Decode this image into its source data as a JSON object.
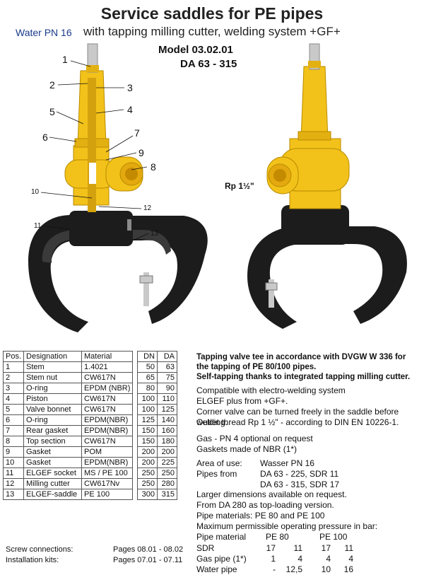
{
  "header": {
    "title": "Service saddles for PE pipes",
    "subtitle": "with tapping milling cutter, welding system +GF+",
    "water": "Water PN 16",
    "model": "Model 03.02.01",
    "da": "DA 63 - 315"
  },
  "illustration": {
    "rp_label": "Rp 1½\"",
    "callouts": [
      "1",
      "2",
      "3",
      "4",
      "5",
      "6",
      "7",
      "8",
      "9",
      "10",
      "11",
      "12",
      "13"
    ],
    "colors": {
      "yellow": "#f2c21a",
      "dark": "#1c1c1c",
      "steel": "#c9c9c9"
    }
  },
  "parts_table": {
    "headers": [
      "Pos.",
      "Designation",
      "Material"
    ],
    "rows": [
      [
        "1",
        "Stem",
        "1.4021"
      ],
      [
        "2",
        "Stem nut",
        "CW617N"
      ],
      [
        "3",
        "O-ring",
        "EPDM (NBR)"
      ],
      [
        "4",
        "Piston",
        "CW617N"
      ],
      [
        "5",
        "Valve bonnet",
        "CW617N"
      ],
      [
        "6",
        "O-ring",
        "EPDM(NBR)"
      ],
      [
        "7",
        "Rear gasket",
        "EPDM(NBR)"
      ],
      [
        "8",
        "Top section",
        "CW617N"
      ],
      [
        "9",
        "Gasket",
        "POM"
      ],
      [
        "10",
        "Gasket",
        "EPDM(NBR)"
      ],
      [
        "11",
        "ELGEF socket",
        "MS / PE 100"
      ],
      [
        "12",
        "Milling cutter",
        "CW617Nv"
      ],
      [
        "13",
        "ELGEF-saddle",
        "PE 100"
      ]
    ]
  },
  "dn_table": {
    "headers": [
      "DN",
      "DA"
    ],
    "rows": [
      [
        "50",
        "63"
      ],
      [
        "65",
        "75"
      ],
      [
        "80",
        "90"
      ],
      [
        "100",
        "110"
      ],
      [
        "100",
        "125"
      ],
      [
        "125",
        "140"
      ],
      [
        "150",
        "160"
      ],
      [
        "150",
        "180"
      ],
      [
        "200",
        "200"
      ],
      [
        "200",
        "225"
      ],
      [
        "250",
        "250"
      ],
      [
        "250",
        "280"
      ],
      [
        "300",
        "315"
      ]
    ]
  },
  "description": {
    "bold_lines": [
      "Tapping valve tee in accordance with DVGW W 336 for",
      "the tapping of PE 80/100 pipes.",
      "Self-tapping thanks to integrated tapping milling cutter."
    ],
    "lines": [
      "Compatible with electro-welding system",
      "ELGEF plus from +GF+.",
      "Corner valve can be turned freely in the saddle before welding.",
      "Outlet thread Rp 1 ½\" - according to DIN EN 10226-1."
    ],
    "gas_lines": [
      "Gas - PN 4 optional on request",
      "Gaskets made of NBR (1*)"
    ],
    "area_label": "Area of use:",
    "area_value": "Wasser PN 16",
    "pipes_label": "Pipes from",
    "pipes_values": [
      "DA 63 - 225, SDR 11",
      "DA 63 - 315, SDR 17"
    ],
    "more_lines": [
      "Larger dimensions available on request.",
      "From DA 280 as top-loading version.",
      "Pipe materials:   PE 80 and PE 100",
      "Maximum permissible operating pressure in bar:"
    ],
    "pressure": {
      "header_label": "Pipe material",
      "header_pe80": "PE  80",
      "header_pe100": "PE 100",
      "rows": [
        {
          "label": "SDR",
          "values": [
            "17",
            "11",
            "17",
            "11"
          ]
        },
        {
          "label": "Gas pipe (1*)",
          "values": [
            "1",
            "4",
            "4",
            "4"
          ]
        },
        {
          "label": "Water pipe",
          "values": [
            "-",
            "12,5",
            "10",
            "16"
          ]
        }
      ]
    }
  },
  "footer": {
    "screw_label": "Screw connections:",
    "screw_pages": "Pages  08.01 - 08.02",
    "install_label": "Installation kits:",
    "install_pages": "Pages  07.01 - 07.11"
  }
}
